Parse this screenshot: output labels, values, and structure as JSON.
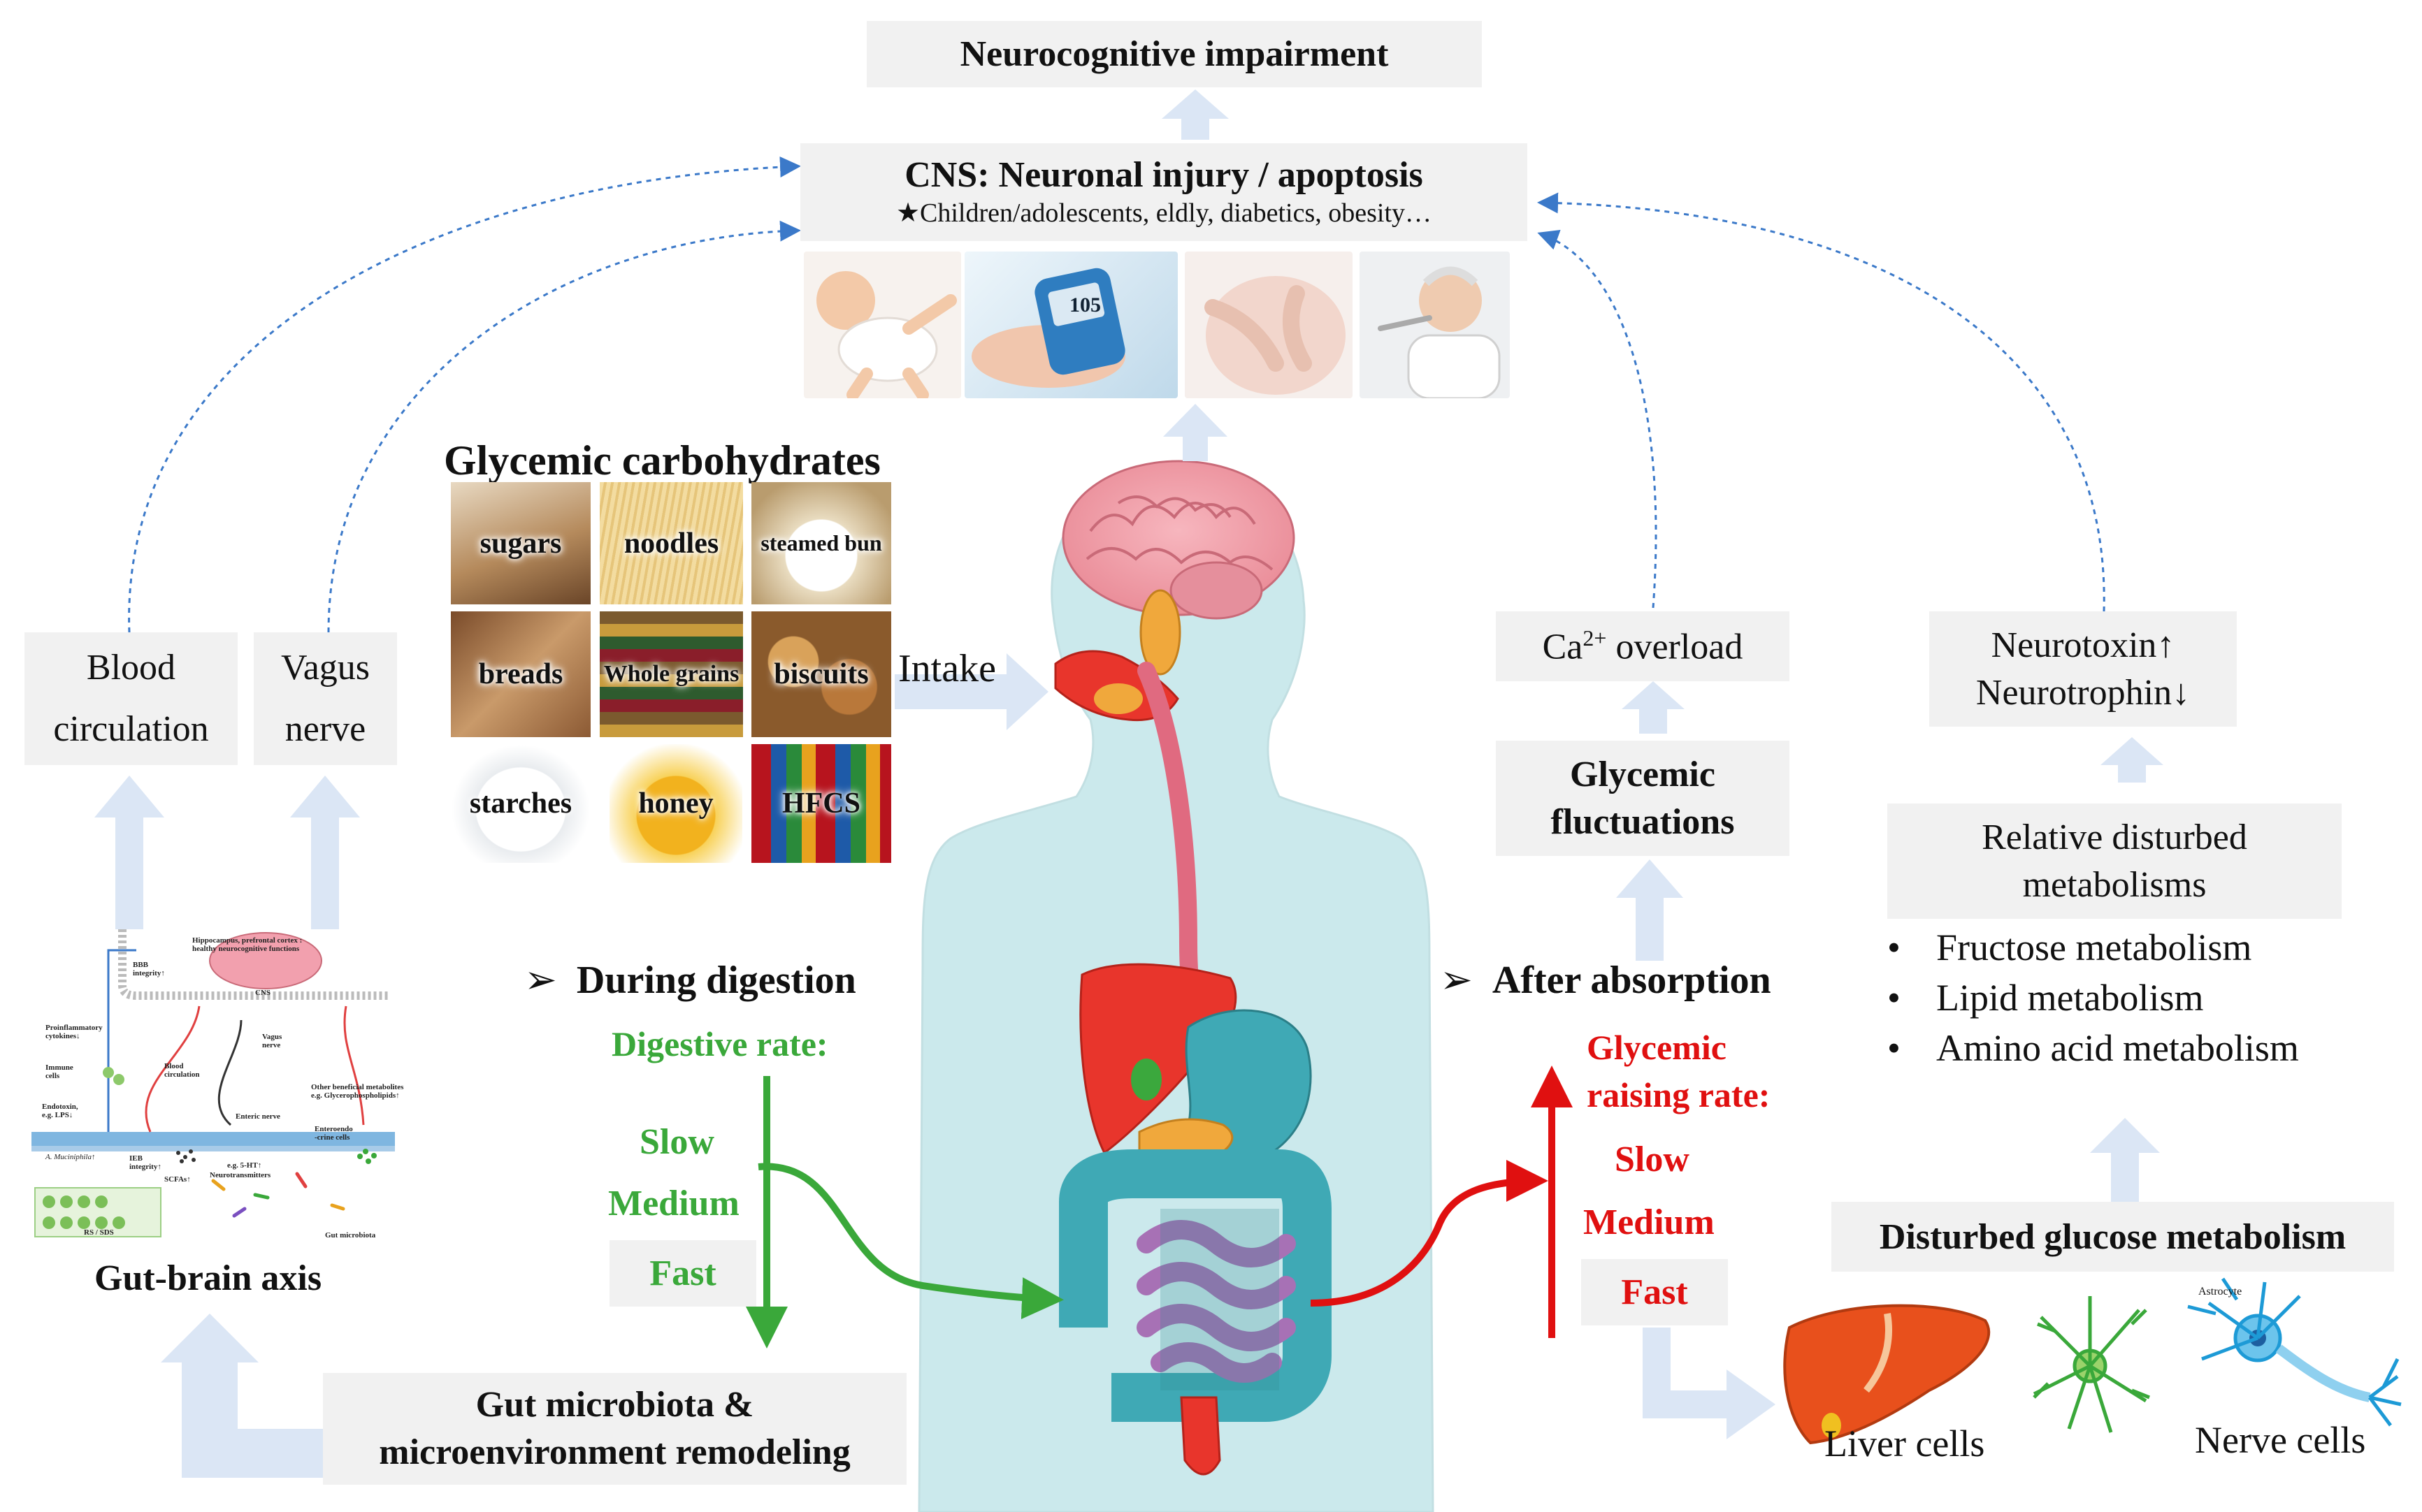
{
  "top_box": "Neurocognitive impairment",
  "cns": {
    "title": "CNS: Neuronal injury / apoptosis",
    "subtitle": "★Children/adolescents, eldly, diabetics,  obesity…"
  },
  "carbs": {
    "title": "Glycemic carbohydrates",
    "items": [
      "sugars",
      "noodles",
      "steamed bun",
      "breads",
      "Whole grains",
      "biscuits",
      "starches",
      "honey",
      "HFCS"
    ]
  },
  "intake": "Intake",
  "blood": [
    "Blood",
    "circulation"
  ],
  "vagus": [
    "Vagus",
    "nerve"
  ],
  "gut_brain_title": "Gut-brain axis",
  "gut_brain_inset": [
    "Hippocampus, prefrontal cortex :",
    "healthy neurocognitive functions",
    "BBB",
    "integrity↑",
    "CNS",
    "Proinflammatory",
    "cytokines↓",
    "Immune",
    "cells",
    "Blood",
    "circulation",
    "Endotoxin,",
    "e.g. LPS↓",
    "Vagus",
    "nerve",
    "Enteric nerve",
    "Other beneficial metabolites",
    "e.g. Glycerophospholipids↑",
    "A. Muciniphila↑",
    "IEB",
    "integrity↑",
    "SCFAs↑",
    "e.g. 5-HT↑",
    "Neurotransmitters",
    "Enteroendo",
    "-crine cells",
    "RS / SDS",
    "Gut microbiota"
  ],
  "digestion": {
    "header": "During digestion",
    "rate_label": "Digestive rate:",
    "slow": "Slow",
    "medium": "Medium",
    "fast": "Fast"
  },
  "gut_remodel": [
    "Gut microbiota &",
    "microenvironment remodeling"
  ],
  "absorption": {
    "header": "After absorption",
    "rate_label": [
      "Glycemic",
      "raising rate:"
    ],
    "slow": "Slow",
    "medium": "Medium",
    "fast": "Fast"
  },
  "ca_overload": {
    "prefix": "Ca",
    "sup": "2+",
    "suffix": " overload"
  },
  "glycemic_fluct": [
    "Glycemic",
    "fluctuations"
  ],
  "neuro": [
    "Neurotoxin↑",
    "Neurotrophin↓"
  ],
  "relative": {
    "title": [
      "Relative disturbed",
      "metabolisms"
    ],
    "items": [
      "Fructose metabolism",
      "Lipid metabolism",
      "Amino acid metabolism"
    ]
  },
  "disturbed_glucose": "Disturbed glucose metabolism",
  "liver_cells": "Liver cells",
  "nerve_cells": "Nerve cells",
  "astrocyte": "Astrocyte",
  "glucometer": "105",
  "colors": {
    "box_gray": "#f1f1f1",
    "arrow_blue": "#dbe6f5",
    "dash_blue": "#3b79c9",
    "green": "#3aa83a",
    "red": "#e01010"
  }
}
